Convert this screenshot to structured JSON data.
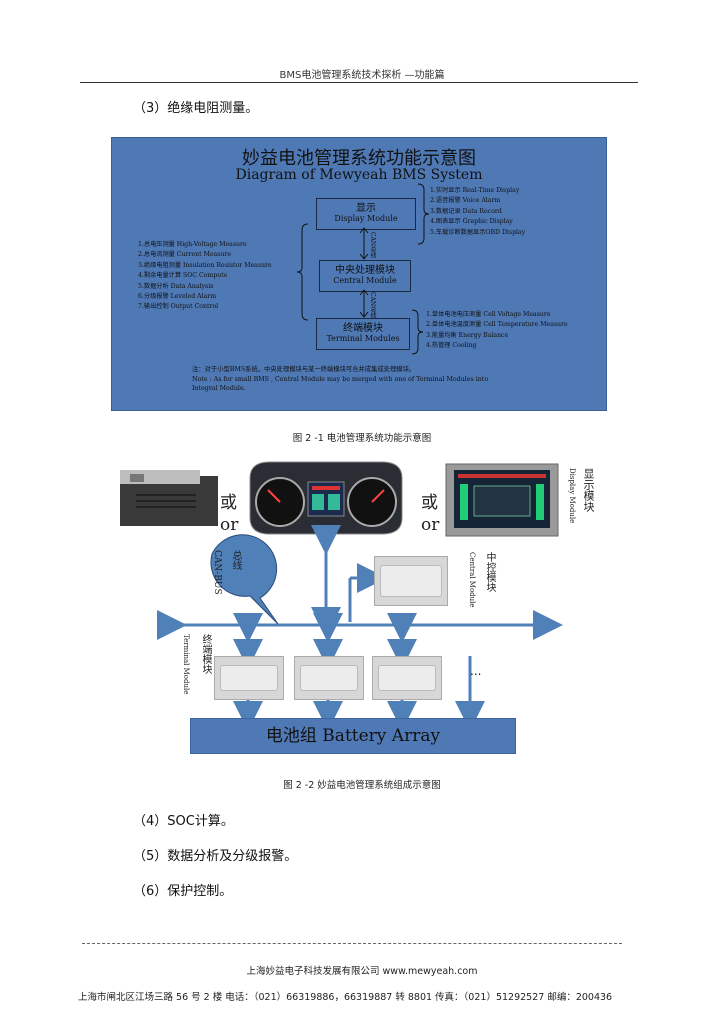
{
  "header": {
    "title": "BMS电池管理系统技术探析 —功能篇"
  },
  "section3": "（3）绝缘电阻测量。",
  "diagram1": {
    "title_zh": "妙益电池管理系统功能示意图",
    "title_en": "Diagram of Mewyeah BMS System",
    "display_module": {
      "zh": "显示",
      "en": "Display Module"
    },
    "central_module": {
      "zh": "中央处理模块",
      "en": "Central Module"
    },
    "terminal_module": {
      "zh": "终端模块",
      "en": "Terminal Modules"
    },
    "can_label": "CAN总线",
    "display_functions": [
      "1.实时显示 Real-Time Display",
      "2.语音报警 Voice Alarm",
      "3.数据记录 Data Record",
      "4.图表显示 Graphic Display",
      "5.车载诊断数据显示OBD Display"
    ],
    "central_functions": [
      "1.总电压测量 High-Voltage Measure",
      "2.总电流测量 Current Measure",
      "3.绝缘电阻测量 Insulation Resistor Measure",
      "4.剩余电量计算 SOC Compute",
      "5.数据分析 Data Analysis",
      "6.分级报警 Leveled Alarm",
      "7.输出控制 Output Control"
    ],
    "terminal_functions": [
      "1.单体电池电压测量 Cell Voltage Measure",
      "2.单体电池温度测量 Cell Temperature Measure",
      "3.能量均衡 Energy Balance",
      "4.热管理 Cooling"
    ],
    "note_zh": "注：对于小型BMS系统，中央处理模块与某一终端模块可合并成集成处理模块。",
    "note_en1": "Note : As for small BMS , Central  Module may be merged with one of  Terminal Modules into",
    "note_en2": "Integral Module."
  },
  "caption1": "图 2 -1   电池管理系统功能示意图",
  "diagram2": {
    "or_zh": "或",
    "or_en": "or",
    "display_label_zh": "显示模块",
    "display_label_en": "Display Module",
    "can_bubble_zh": "总线",
    "can_bubble_en": "CAN-BUS",
    "central_label_zh": "中控模块",
    "central_label_en": "Central Module",
    "terminal_label_zh": "终端模块",
    "terminal_label_en": "Terminal Module",
    "ellipsis": "...",
    "battery": "电池组 Battery Array"
  },
  "caption2": "图 2 -2  妙益电池管理系统组成示意图",
  "section4": "（4）SOC计算。",
  "section5": "（5）数据分析及分级报警。",
  "section6": "（6）保护控制。",
  "footer": {
    "company": "上海妙益电子科技发展有限公司        www.mewyeah.com",
    "address": "上海市闸北区江场三路     56 号 2 楼    电话：（021）66319886，66319887 转 8801 传真：（021）51292527  邮编：200436"
  },
  "colors": {
    "diagram_blue": "#4f79b5",
    "bus_blue": "#5080b8"
  }
}
